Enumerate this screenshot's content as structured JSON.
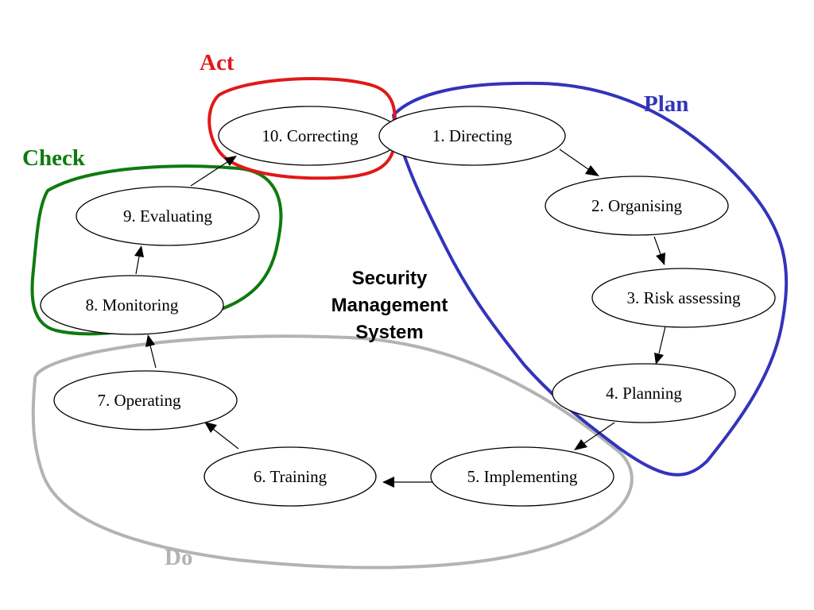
{
  "center_title": [
    "Security",
    "Management",
    "System"
  ],
  "nodes": [
    {
      "id": "directing",
      "label": "1. Directing"
    },
    {
      "id": "organising",
      "label": "2. Organising"
    },
    {
      "id": "risk-assessing",
      "label": "3. Risk assessing"
    },
    {
      "id": "planning",
      "label": "4. Planning"
    },
    {
      "id": "implementing",
      "label": "5. Implementing"
    },
    {
      "id": "training",
      "label": "6. Training"
    },
    {
      "id": "operating",
      "label": "7. Operating"
    },
    {
      "id": "monitoring",
      "label": "8. Monitoring"
    },
    {
      "id": "evaluating",
      "label": "9. Evaluating"
    },
    {
      "id": "correcting",
      "label": "10. Correcting"
    }
  ],
  "edges": [
    {
      "from": "directing",
      "to": "organising"
    },
    {
      "from": "organising",
      "to": "risk-assessing"
    },
    {
      "from": "risk-assessing",
      "to": "planning"
    },
    {
      "from": "planning",
      "to": "implementing"
    },
    {
      "from": "implementing",
      "to": "training"
    },
    {
      "from": "training",
      "to": "operating"
    },
    {
      "from": "operating",
      "to": "monitoring"
    },
    {
      "from": "monitoring",
      "to": "evaluating"
    },
    {
      "from": "evaluating",
      "to": "correcting"
    }
  ],
  "groups": [
    {
      "id": "plan",
      "label": "Plan",
      "color": "#3333bb",
      "members": [
        "directing",
        "organising",
        "risk-assessing",
        "planning"
      ]
    },
    {
      "id": "do",
      "label": "Do",
      "color": "#b3b3b3",
      "members": [
        "implementing",
        "training",
        "operating"
      ]
    },
    {
      "id": "check",
      "label": "Check",
      "color": "#0f7a0f",
      "members": [
        "monitoring",
        "evaluating"
      ]
    },
    {
      "id": "act",
      "label": "Act",
      "color": "#e01919",
      "members": [
        "correcting"
      ]
    }
  ]
}
